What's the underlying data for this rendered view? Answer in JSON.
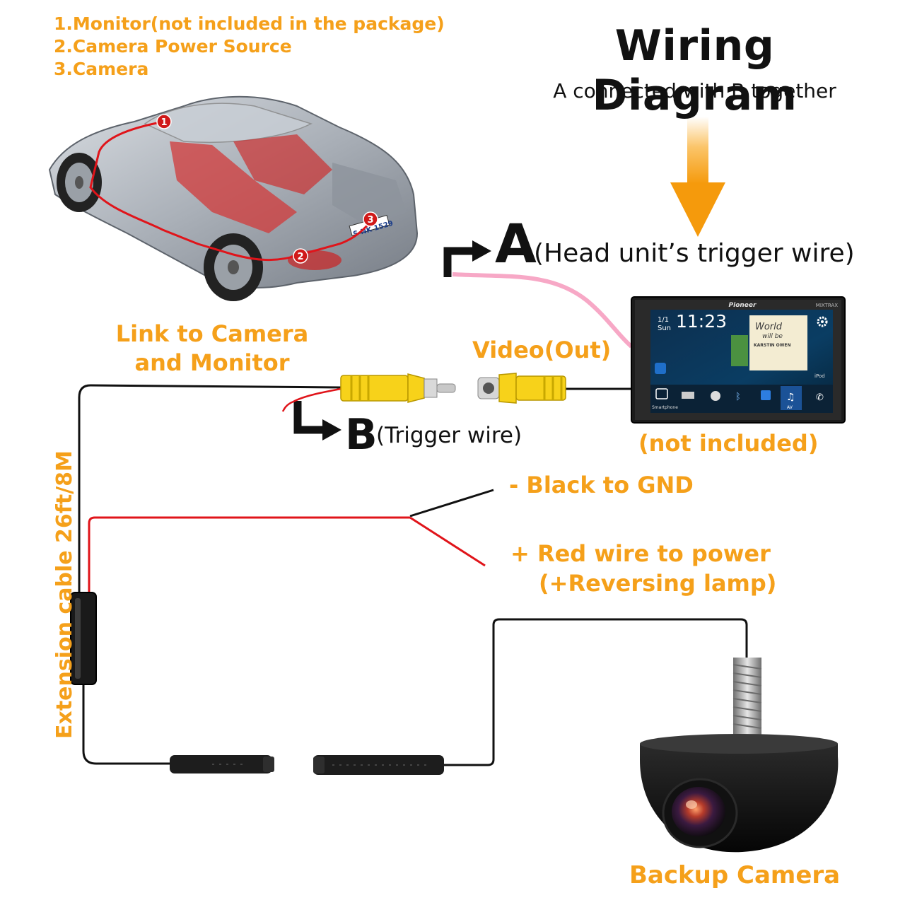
{
  "legend": {
    "items": [
      "1.Monitor(not included in the package)",
      "2.Camera Power Source",
      "3.Camera"
    ]
  },
  "header": {
    "title": "Wiring Diagram",
    "subtitle": "A connected with B together"
  },
  "labels": {
    "a_letter": "A",
    "a_text": "(Head unit’s trigger wire)",
    "b_letter": "B",
    "b_text": "(Trigger wire)",
    "link_line1": "Link to Camera",
    "link_line2": "and Monitor",
    "video_out": "Video(Out)",
    "not_included": "(not included)",
    "black_gnd": "- Black to GND",
    "red_power_line1": "+ Red wire to power",
    "red_power_line2": "(+Reversing lamp)",
    "extension_cable": "Extension cable 26ft/8M",
    "backup_camera": "Backup Camera"
  },
  "car": {
    "markers": [
      "1",
      "2",
      "3"
    ],
    "plate": "S·NK 1529"
  },
  "monitor": {
    "brand": "Pioneer",
    "model": "MIXTRAX",
    "date_day": "1/1",
    "date_weekday": "Sun",
    "time": "11:23",
    "album_line1": "World",
    "album_line2": "will be",
    "album_artist": "KARSTIN OWEN",
    "source_label": "iPod",
    "smartphone_label": "Smartphone",
    "av_label": "AV"
  },
  "colors": {
    "accent_orange": "#f5a01a",
    "wire_black": "#111111",
    "wire_red": "#e0141a",
    "wire_pink": "#f7a8c6",
    "rca_yellow": "#f7d21a"
  },
  "icons": [
    "down-arrow-icon",
    "turn-arrow-icon",
    "gear-icon",
    "bluetooth-icon",
    "phone-icon",
    "music-icon"
  ]
}
